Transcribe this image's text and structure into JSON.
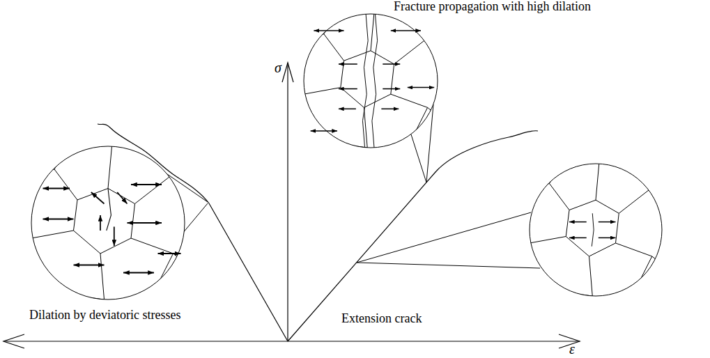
{
  "diagram": {
    "labels": [
      "Fracture propagation with high dilation",
      "σ",
      "Dilation by deviatoric stresses",
      "Extension crack",
      "ε"
    ]
  }
}
